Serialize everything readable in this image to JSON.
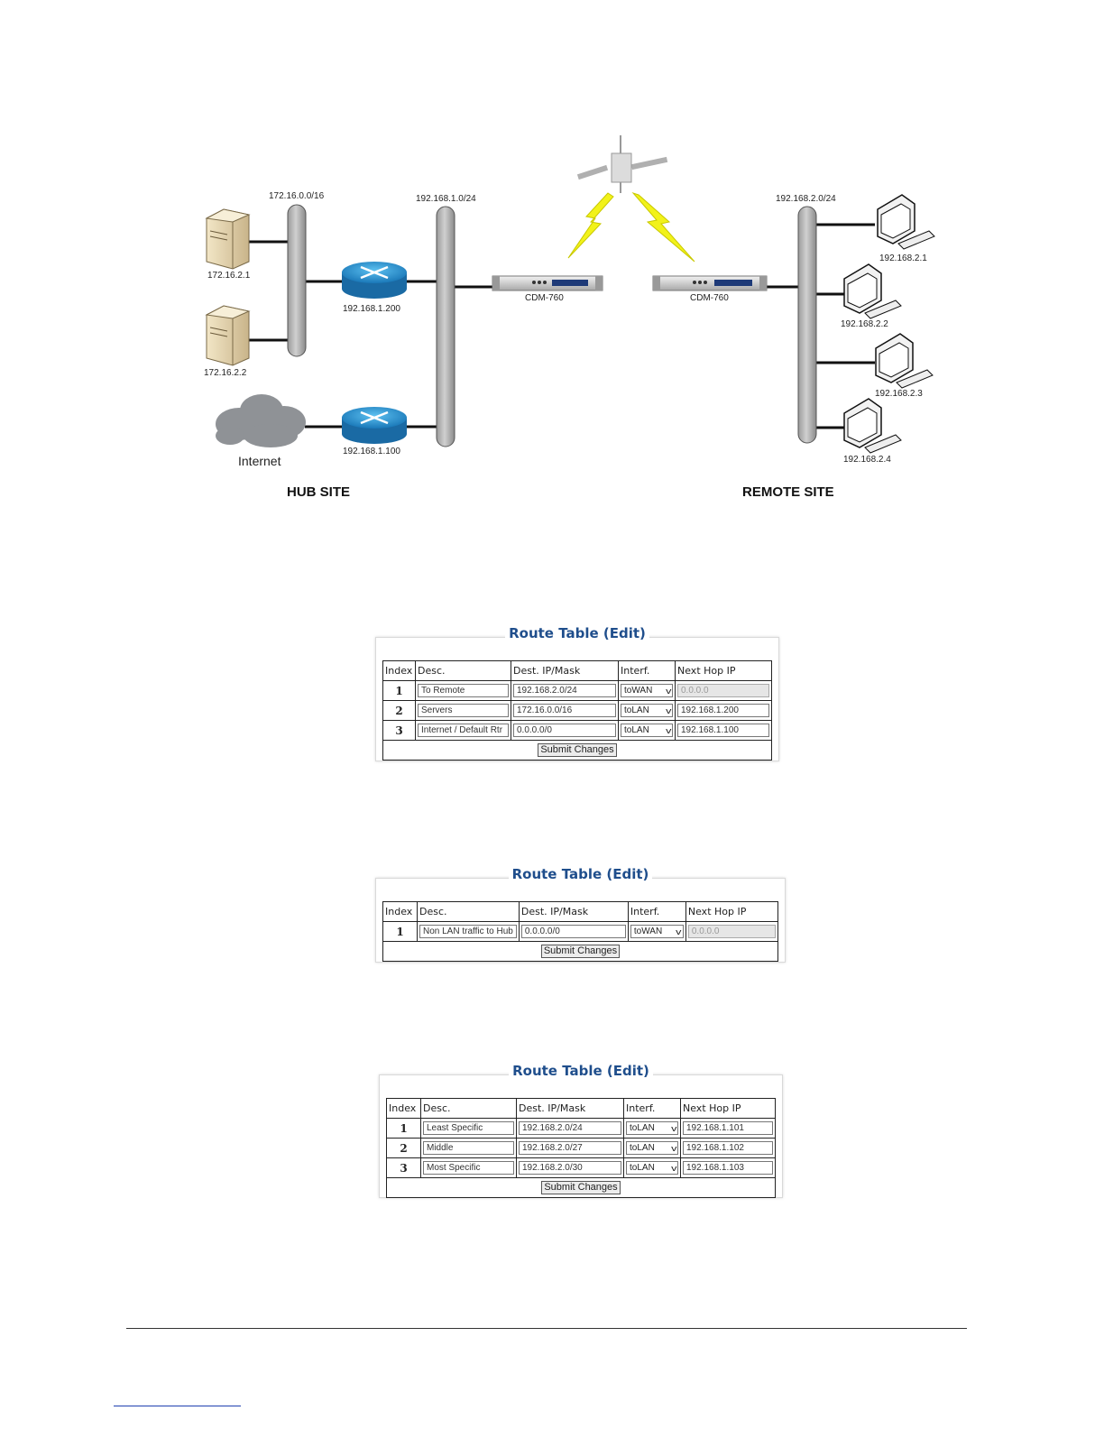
{
  "diagram": {
    "hub_subnet": "172.16.0.0/16",
    "lan_subnet": "192.168.1.0/24",
    "remote_subnet": "192.168.2.0/24",
    "server1": "172.16.2.1",
    "server2": "172.16.2.2",
    "router1": "192.168.1.200",
    "router2": "192.168.1.100",
    "modem_hub": "CDM-760",
    "modem_remote": "CDM-760",
    "internet": "Internet",
    "pc1": "192.168.2.1",
    "pc2": "192.168.2.2",
    "pc3": "192.168.2.3",
    "pc4": "192.168.2.4",
    "hub_site": "HUB SITE",
    "remote_site": "REMOTE SITE"
  },
  "route_tables": [
    {
      "title": "Route Table (Edit)",
      "headers": [
        "Index",
        "Desc.",
        "Dest. IP/Mask",
        "Interf.",
        "Next Hop IP"
      ],
      "rows": [
        {
          "index": "1",
          "desc": "To Remote",
          "dest": "192.168.2.0/24",
          "interf": "toWAN",
          "next_hop": "0.0.0.0",
          "next_hop_disabled": true
        },
        {
          "index": "2",
          "desc": "Servers",
          "dest": "172.16.0.0/16",
          "interf": "toLAN",
          "next_hop": "192.168.1.200",
          "next_hop_disabled": false
        },
        {
          "index": "3",
          "desc": "Internet / Default Rtr",
          "dest": "0.0.0.0/0",
          "interf": "toLAN",
          "next_hop": "192.168.1.100",
          "next_hop_disabled": false
        }
      ],
      "submit_label": "Submit Changes"
    },
    {
      "title": "Route Table (Edit)",
      "headers": [
        "Index",
        "Desc.",
        "Dest. IP/Mask",
        "Interf.",
        "Next Hop IP"
      ],
      "rows": [
        {
          "index": "1",
          "desc": "Non LAN traffic to Hub",
          "dest": "0.0.0.0/0",
          "interf": "toWAN",
          "next_hop": "0.0.0.0",
          "next_hop_disabled": true
        }
      ],
      "submit_label": "Submit Changes"
    },
    {
      "title": "Route Table (Edit)",
      "headers": [
        "Index",
        "Desc.",
        "Dest. IP/Mask",
        "Interf.",
        "Next Hop IP"
      ],
      "rows": [
        {
          "index": "1",
          "desc": "Least Specific",
          "dest": "192.168.2.0/24",
          "interf": "toLAN",
          "next_hop": "192.168.1.101",
          "next_hop_disabled": false
        },
        {
          "index": "2",
          "desc": "Middle",
          "dest": "192.168.2.0/27",
          "interf": "toLAN",
          "next_hop": "192.168.1.102",
          "next_hop_disabled": false
        },
        {
          "index": "3",
          "desc": "Most Specific",
          "dest": "192.168.2.0/30",
          "interf": "toLAN",
          "next_hop": "192.168.1.103",
          "next_hop_disabled": false
        }
      ],
      "submit_label": "Submit Changes"
    }
  ]
}
